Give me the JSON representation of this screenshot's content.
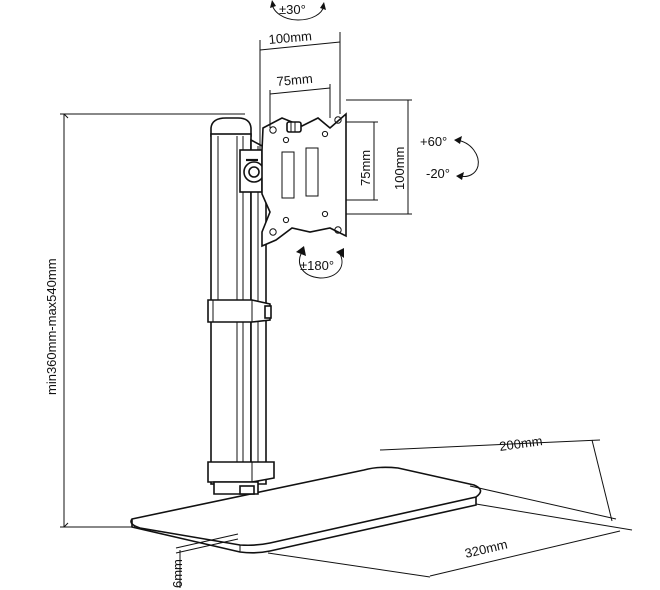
{
  "dimensions": {
    "tilt_side": "±30°",
    "vesa_outer_width": "100mm",
    "vesa_inner_width": "75mm",
    "vesa_inner_height": "75mm",
    "vesa_outer_height": "100mm",
    "tilt_up": "+60°",
    "tilt_down": "-20°",
    "rotation": "±180°",
    "height_range": "min360mm-max540mm",
    "base_depth": "200mm",
    "base_width": "320mm",
    "base_thickness": "6mm"
  }
}
